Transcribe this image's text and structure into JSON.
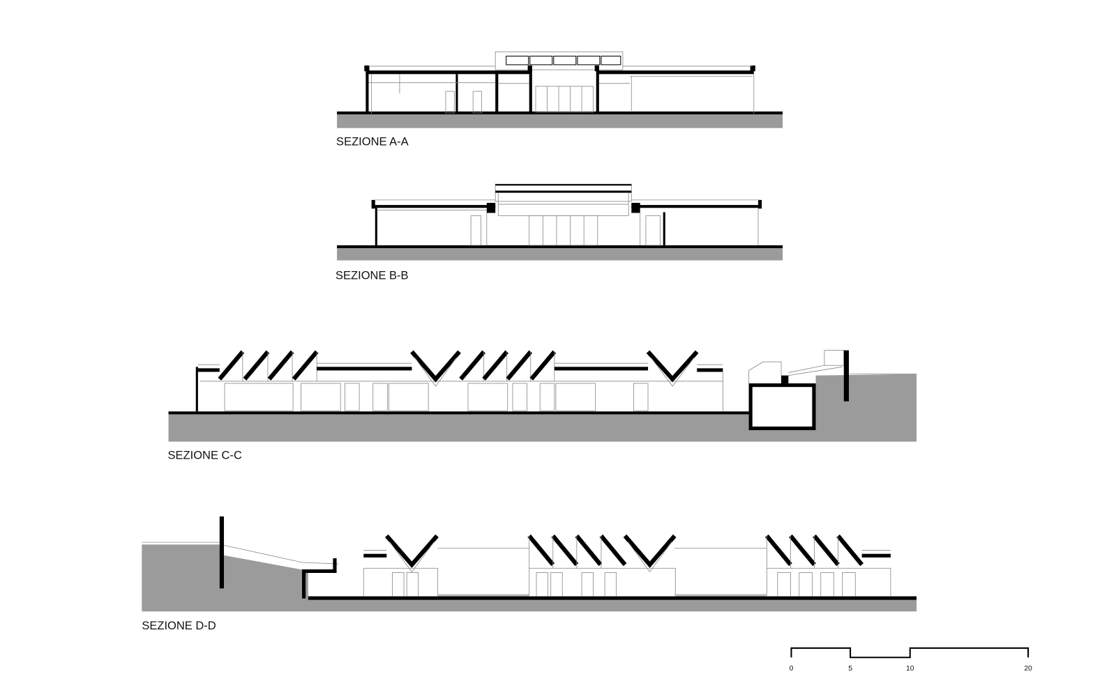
{
  "sections": [
    {
      "id": "A",
      "label": "SEZIONE A-A"
    },
    {
      "id": "B",
      "label": "SEZIONE B-B"
    },
    {
      "id": "C",
      "label": "SEZIONE C-C"
    },
    {
      "id": "D",
      "label": "SEZIONE D-D"
    }
  ],
  "scale_bar": {
    "ticks": [
      "0",
      "5",
      "10",
      "20"
    ]
  },
  "colors": {
    "ground": "#9b9b9b",
    "structure": "#000000",
    "lines": "#888888"
  }
}
